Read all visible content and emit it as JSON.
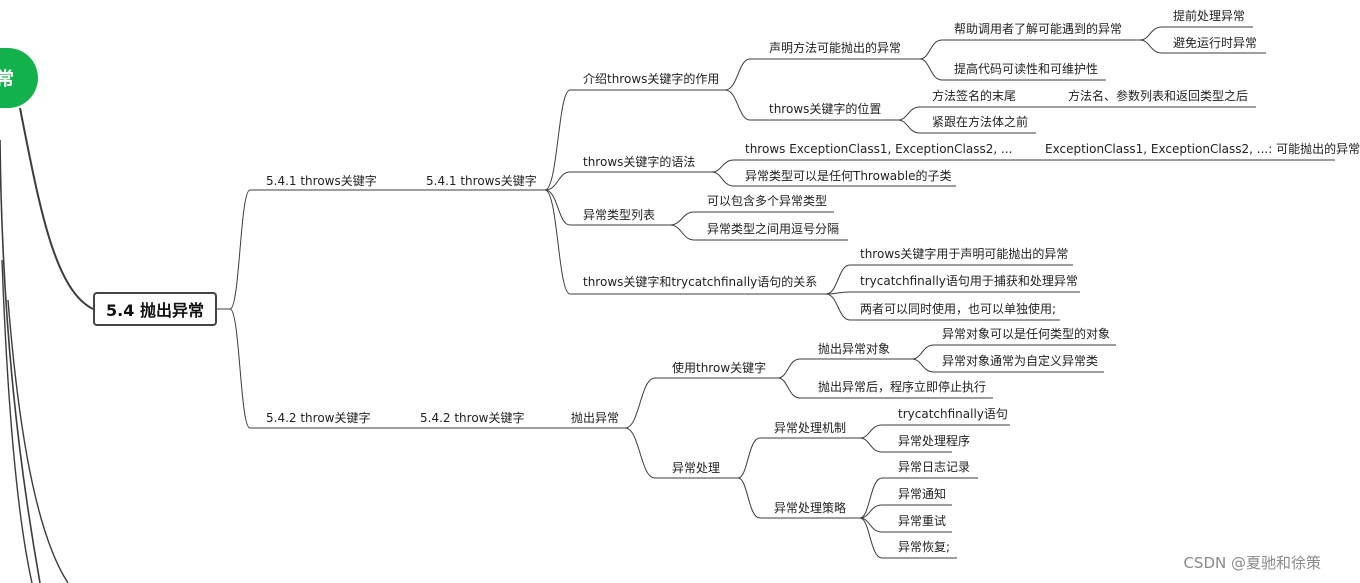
{
  "parent_node": "常",
  "root": "5.4 抛出异常",
  "watermark": "CSDN @夏驰和徐策",
  "s1": {
    "label": "5.4.1 throws关键字",
    "label2": "5.4.1 throws关键字",
    "intro": {
      "label": "介绍throws关键字的作用",
      "declare": {
        "label": "声明方法可能抛出的异常",
        "help": {
          "label": "帮助调用者了解可能遇到的异常",
          "items": [
            "提前处理异常",
            "避免运行时异常"
          ]
        },
        "readability": "提高代码可读性和可维护性"
      },
      "position": {
        "label": "throws关键字的位置",
        "end": {
          "label": "方法签名的末尾",
          "detail": "方法名、参数列表和返回类型之后"
        },
        "before_body": "紧跟在方法体之前"
      }
    },
    "syntax": {
      "label": "throws关键字的语法",
      "form": {
        "label": "throws ExceptionClass1, ExceptionClass2, ...",
        "detail": "ExceptionClass1, ExceptionClass2, ...: 可能抛出的异常"
      },
      "any_throwable": "异常类型可以是任何Throwable的子类"
    },
    "list": {
      "label": "异常类型列表",
      "items": [
        "可以包含多个异常类型",
        "异常类型之间用逗号分隔"
      ]
    },
    "relation": {
      "label": "throws关键字和trycatchfinally语句的关系",
      "items": [
        "throws关键字用于声明可能抛出的异常",
        "trycatchfinally语句用于捕获和处理异常",
        "两者可以同时使用，也可以单独使用;"
      ]
    }
  },
  "s2": {
    "label": "5.4.2 throw关键字",
    "label2": "5.4.2 throw关键字",
    "throw_ex": {
      "label": "抛出异常",
      "use": {
        "label": "使用throw关键字",
        "object": {
          "label": "抛出异常对象",
          "items": [
            "异常对象可以是任何类型的对象",
            "异常对象通常为自定义异常类"
          ]
        },
        "stop": "抛出异常后，程序立即停止执行"
      },
      "handling": {
        "label": "异常处理",
        "mechanism": {
          "label": "异常处理机制",
          "items": [
            "trycatchfinally语句",
            "异常处理程序"
          ]
        },
        "strategy": {
          "label": "异常处理策略",
          "items": [
            "异常日志记录",
            "异常通知",
            "异常重试",
            "异常恢复;"
          ]
        }
      }
    }
  }
}
